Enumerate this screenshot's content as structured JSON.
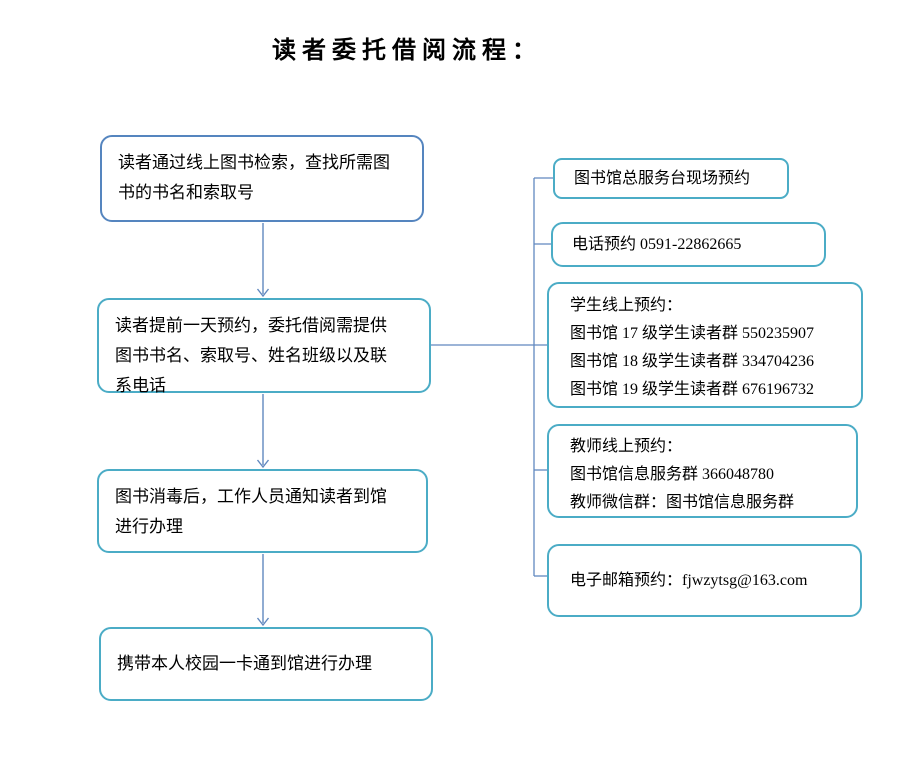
{
  "title": "读 者 委 托 借 阅 流 程 ：",
  "colors": {
    "accent_blue": "#5585bf",
    "accent_cyan": "#4bacc6",
    "connector_blue": "#6188bf",
    "text": "#000000",
    "background": "#ffffff"
  },
  "flow_steps": [
    {
      "label": "读者通过线上图书检索，查找所需图书的书名和索取号"
    },
    {
      "label": "读者提前一天预约，委托借阅需提供图书书名、索取号、姓名班级以及联系电话"
    },
    {
      "label": "图书消毒后，工作人员通知读者到馆进行办理"
    },
    {
      "label": "携带本人校园一卡通到馆进行办理"
    }
  ],
  "reservation_channels": [
    {
      "lines": [
        "图书馆总服务台现场预约"
      ]
    },
    {
      "lines": [
        "电话预约 0591-22862665"
      ]
    },
    {
      "lines": [
        "学生线上预约：",
        "图书馆 17 级学生读者群 550235907",
        "图书馆 18 级学生读者群 334704236",
        "图书馆 19 级学生读者群 676196732"
      ]
    },
    {
      "lines": [
        "教师线上预约：",
        "图书馆信息服务群 366048780",
        "教师微信群：图书馆信息服务群"
      ]
    },
    {
      "lines": [
        "电子邮箱预约：fjwzytsg@163.com"
      ]
    }
  ]
}
